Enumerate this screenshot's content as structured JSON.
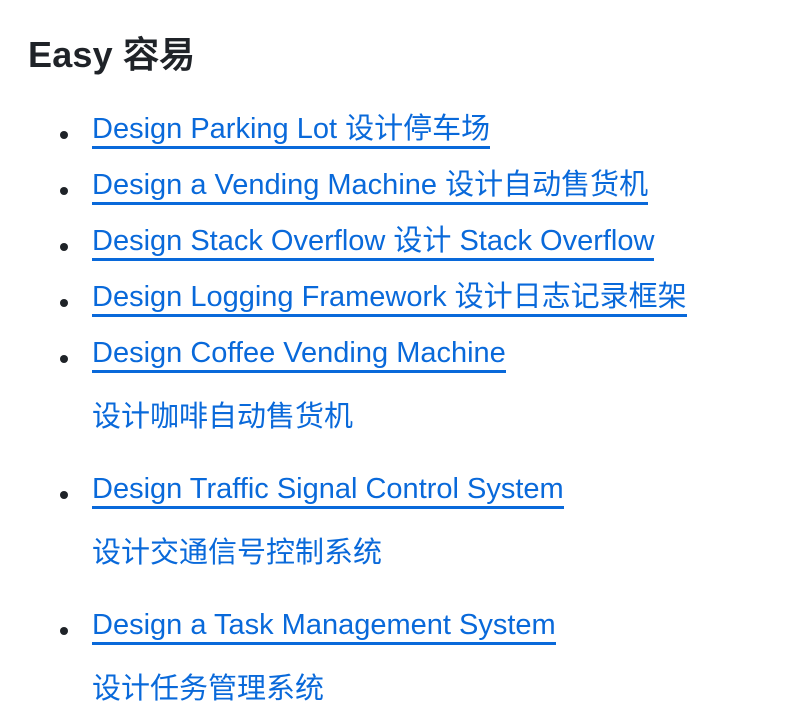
{
  "heading": "Easy  容易",
  "colors": {
    "link": "#0969da",
    "text": "#1f2328"
  },
  "items": [
    {
      "link": "Design Parking Lot  设计停车场",
      "sub": null
    },
    {
      "link": "Design a Vending Machine  设计自动售货机",
      "sub": null
    },
    {
      "link": "Design Stack Overflow  设计 Stack Overflow",
      "sub": null
    },
    {
      "link": "Design Logging Framework  设计日志记录框架",
      "sub": null
    },
    {
      "link": "Design Coffee Vending Machine",
      "sub": "设计咖啡自动售货机"
    },
    {
      "link": "Design Traffic Signal Control System",
      "sub": "设计交通信号控制系统"
    },
    {
      "link": "Design a Task Management System",
      "sub": "设计任务管理系统"
    }
  ]
}
